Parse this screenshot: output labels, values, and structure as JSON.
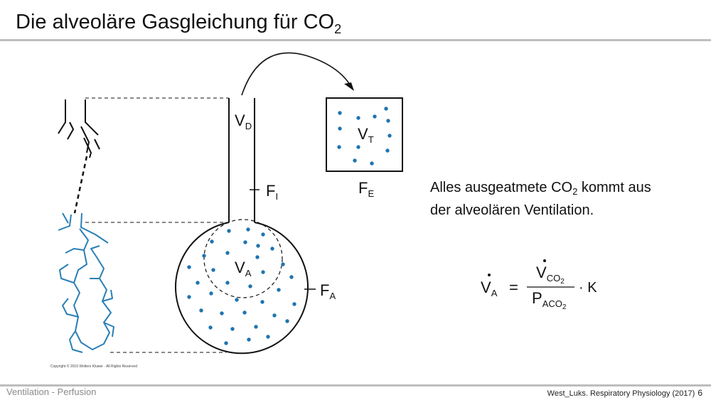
{
  "slide": {
    "title_main": "Die alveoläre Gasgleichung für CO",
    "title_sub": "2",
    "footer_left": "Ventilation - Perfusion",
    "footer_right": "West_Luks. Respiratory Physiology (2017)",
    "page_number": "6"
  },
  "statement": {
    "line1_pre": "Alles ausgeatmete CO",
    "line1_sub": "2",
    "line1_post": " kommt aus",
    "line2": "der alveolären Ventilation."
  },
  "diagram": {
    "vd": {
      "main": "V",
      "sub": "D"
    },
    "fi": {
      "main": "F",
      "sub": "I"
    },
    "va": {
      "main": "V",
      "sub": "A"
    },
    "fa": {
      "main": "F",
      "sub": "A"
    },
    "vt": {
      "main": "V",
      "sub": "T"
    },
    "fe": {
      "main": "F",
      "sub": "E"
    },
    "copyright": "Copyright © 2016 Wolters Kluwer · All Rights Reserved"
  },
  "equation": {
    "lhs_main": "V",
    "lhs_sub": "A",
    "equals": "=",
    "num_main": "V",
    "num_sub": "CO",
    "num_subsub": "2",
    "den_main": "P",
    "den_sub": "ACO",
    "den_subsub": "2",
    "multiplier": "· K"
  },
  "colors": {
    "airway_blue": "#2a7fb5",
    "dot_blue": "#1f74b0",
    "line": "#111111",
    "rule": "#bdbdbd"
  }
}
